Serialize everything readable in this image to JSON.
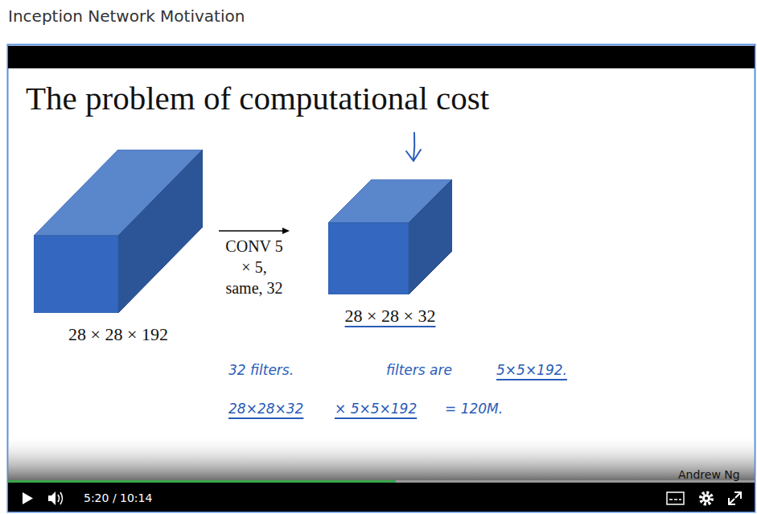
{
  "diagram": {
    "title": "The problem of computational cost",
    "nodes": [
      {
        "text": [
          "28 × 28 × 192"
        ]
      },
      {
        "text": [
          "28 × 28 × 32"
        ]
      }
    ],
    "edges": [
      {
        "from": 0,
        "to": 1,
        "arrow": "to",
        "label": "CONV 5 × 5, same, 32"
      }
    ],
    "labels": [
      "Inception Network Motivation",
      "32 filters.",
      "filters are",
      "5×5×192.",
      "28×28×32",
      "× 5×5×192",
      "= 120M.",
      "Andrew Ng",
      "5:20 / 10:14"
    ]
  }
}
